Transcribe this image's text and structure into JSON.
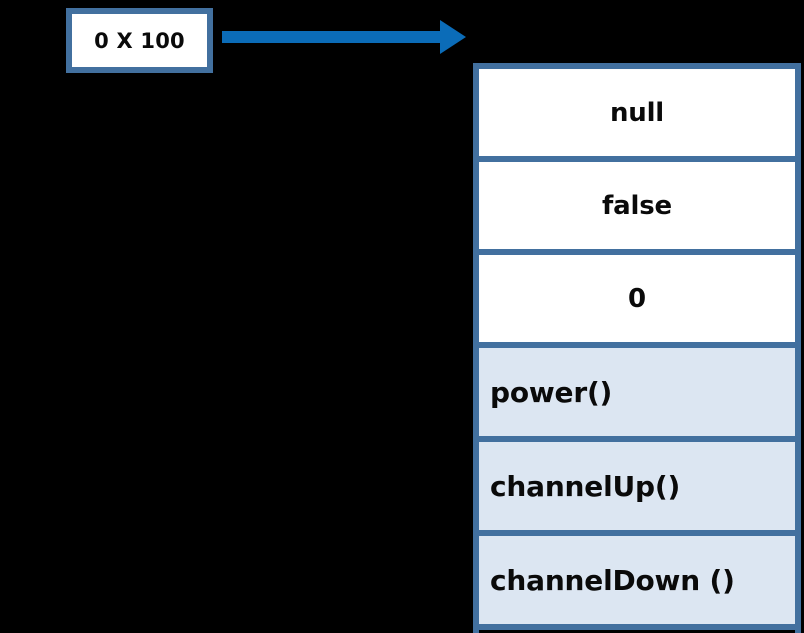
{
  "diagram": {
    "background_color": "#000000",
    "border_color": "#42709f",
    "arrow_color": "#0b6cb8",
    "field_cell_color": "#ffffff",
    "method_cell_color": "#dce6f2",
    "text_color": "#0a0a0a"
  },
  "reference_box": {
    "label": "0 X 100"
  },
  "arrow": {
    "name": "reference-arrow",
    "direction": "right"
  },
  "object_panel": {
    "rows": [
      {
        "text": "null",
        "kind": "field",
        "align": "center"
      },
      {
        "text": "false",
        "kind": "field",
        "align": "center"
      },
      {
        "text": "0",
        "kind": "field",
        "align": "center"
      },
      {
        "text": "power()",
        "kind": "method",
        "align": "left"
      },
      {
        "text": "channelUp()",
        "kind": "method",
        "align": "left"
      },
      {
        "text": "channelDown ()",
        "kind": "method",
        "align": "left"
      }
    ]
  }
}
